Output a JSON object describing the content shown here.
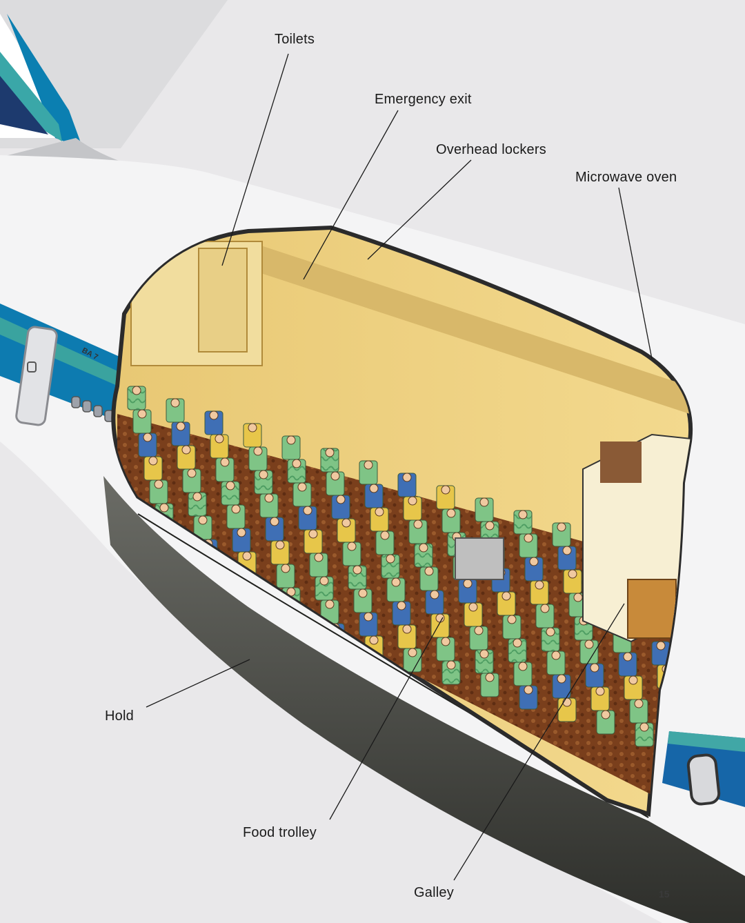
{
  "labels": {
    "toilets": "Toilets",
    "emergency_exit": "Emergency exit",
    "overhead_lockers": "Overhead lockers",
    "microwave_oven": "Microwave oven",
    "hold": "Hold",
    "food_trolley": "Food trolley",
    "galley": "Galley"
  },
  "page_number": "15",
  "fuselage_marking": "BA 7"
}
